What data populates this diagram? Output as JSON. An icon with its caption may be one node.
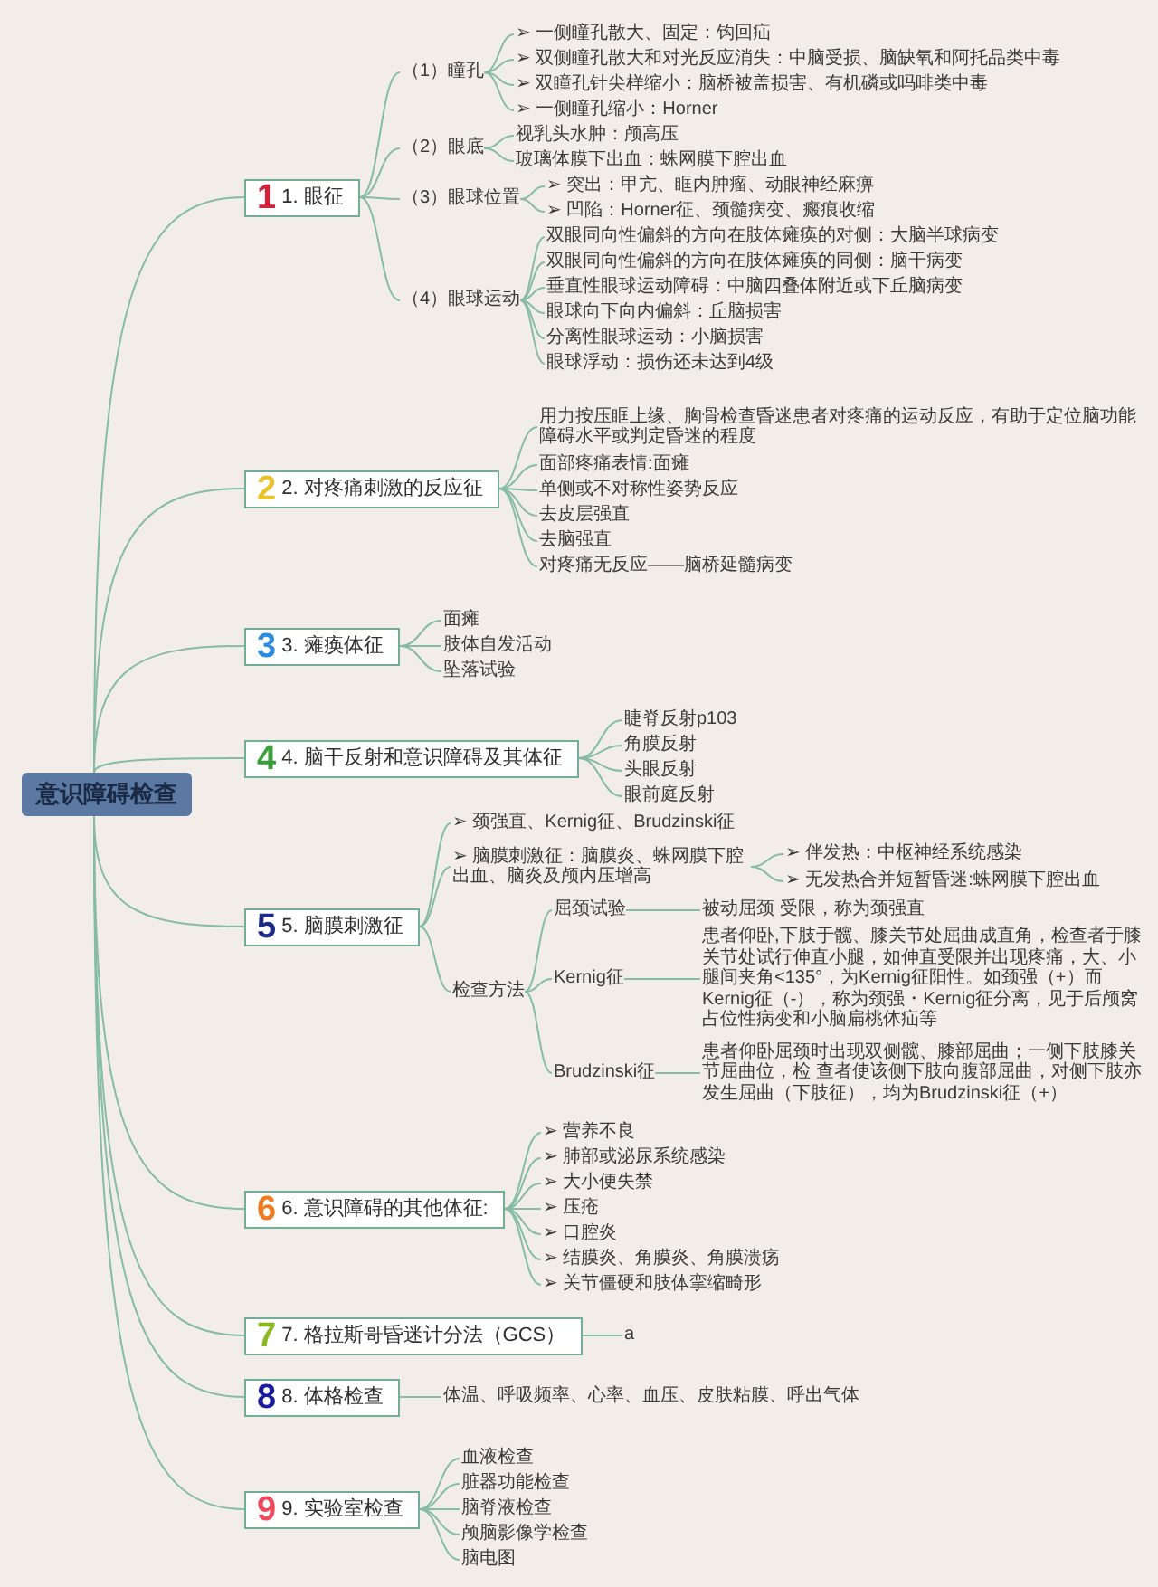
{
  "diagram": {
    "nodes": [
      {
        "text": [
          "意识障碍检查"
        ]
      },
      {
        "text": [
          "1",
          "1. 眼征"
        ]
      },
      {
        "text": [
          "（1）瞳孔"
        ]
      },
      {
        "text": [
          "➢ 一侧瞳孔散大、固定：钩回疝"
        ]
      },
      {
        "text": [
          "➢ 双侧瞳孔散大和对光反应消失：中脑受损、脑缺氧和阿托品类中毒"
        ]
      },
      {
        "text": [
          "➢ 双瞳孔针尖样缩小：脑桥被盖损害、有机磷或吗啡类中毒"
        ]
      },
      {
        "text": [
          "➢ 一侧瞳孔缩小：Horner"
        ]
      },
      {
        "text": [
          "（2）眼底"
        ]
      },
      {
        "text": [
          "视乳头水肿：颅高压"
        ]
      },
      {
        "text": [
          "玻璃体膜下出血：蛛网膜下腔出血"
        ]
      },
      {
        "text": [
          "（3）眼球位置"
        ]
      },
      {
        "text": [
          "➢ 突出：甲亢、眶内肿瘤、动眼神经麻痹"
        ]
      },
      {
        "text": [
          "➢ 凹陷：Horner征、颈髓病变、瘢痕收缩"
        ]
      },
      {
        "text": [
          "（4）眼球运动"
        ]
      },
      {
        "text": [
          "双眼同向性偏斜的方向在肢体瘫痪的对侧：大脑半球病变"
        ]
      },
      {
        "text": [
          "双眼同向性偏斜的方向在肢体瘫痪的同侧：脑干病变"
        ]
      },
      {
        "text": [
          "垂直性眼球运动障碍：中脑四叠体附近或下丘脑病变"
        ]
      },
      {
        "text": [
          "眼球向下向内偏斜：丘脑损害"
        ]
      },
      {
        "text": [
          "分离性眼球运动：小脑损害"
        ]
      },
      {
        "text": [
          "眼球浮动：损伤还未达到4级"
        ]
      },
      {
        "text": [
          "2",
          "2. 对疼痛刺激的反应征"
        ]
      },
      {
        "text": [
          "用力按压眶上缘、胸骨检查昏迷患者对疼痛的运动反应，有助于定位脑功能障碍水平或判定昏迷的程度"
        ]
      },
      {
        "text": [
          "面部疼痛表情:面瘫"
        ]
      },
      {
        "text": [
          "单侧或不对称性姿势反应"
        ]
      },
      {
        "text": [
          "去皮层强直"
        ]
      },
      {
        "text": [
          "去脑强直"
        ]
      },
      {
        "text": [
          "对疼痛无反应——脑桥延髓病变"
        ]
      },
      {
        "text": [
          "3",
          "3. 瘫痪体征"
        ]
      },
      {
        "text": [
          "面瘫"
        ]
      },
      {
        "text": [
          "肢体自发活动"
        ]
      },
      {
        "text": [
          "坠落试验"
        ]
      },
      {
        "text": [
          "4",
          "4. 脑干反射和意识障碍及其体征"
        ]
      },
      {
        "text": [
          "睫脊反射p103"
        ]
      },
      {
        "text": [
          "角膜反射"
        ]
      },
      {
        "text": [
          "头眼反射"
        ]
      },
      {
        "text": [
          "眼前庭反射"
        ]
      },
      {
        "text": [
          "5",
          "5. 脑膜刺激征"
        ]
      },
      {
        "text": [
          "➢ 颈强直、Kernig征、Brudzinski征"
        ]
      },
      {
        "text": [
          "➢ 脑膜刺激征：脑膜炎、蛛网膜下腔出血、脑炎及颅内压增高"
        ]
      },
      {
        "text": [
          "➢ 伴发热：中枢神经系统感染"
        ]
      },
      {
        "text": [
          "➢ 无发热合并短暂昏迷:蛛网膜下腔出血"
        ]
      },
      {
        "text": [
          "检查方法"
        ]
      },
      {
        "text": [
          "屈颈试验"
        ]
      },
      {
        "text": [
          "被动屈颈 受限，称为颈强直"
        ]
      },
      {
        "text": [
          "Kernig征"
        ]
      },
      {
        "text": [
          "患者仰卧,下肢于髋、膝关节处屈曲成直角，检查者于膝关节处试行伸直小腿，如伸直受限并出现疼痛，大、小腿间夹角<135°，为Kernig征阳性。如颈强（+）而Kernig征（-），称为颈强・Kernig征分离，见于后颅窝占位性病变和小脑扁桃体疝等"
        ]
      },
      {
        "text": [
          "Brudzinski征"
        ]
      },
      {
        "text": [
          "患者仰卧屈颈时出现双侧髋、膝部屈曲；一侧下肢膝关节屈曲位，检 查者使该侧下肢向腹部屈曲，对侧下肢亦发生屈曲（下肢征），均为Brudzinski征（+）"
        ]
      },
      {
        "text": [
          "6",
          "6. 意识障碍的其他体征:"
        ]
      },
      {
        "text": [
          "➢ 营养不良"
        ]
      },
      {
        "text": [
          "➢ 肺部或泌尿系统感染"
        ]
      },
      {
        "text": [
          "➢ 大小便失禁"
        ]
      },
      {
        "text": [
          "➢ 压疮"
        ]
      },
      {
        "text": [
          "➢ 口腔炎"
        ]
      },
      {
        "text": [
          "➢ 结膜炎、角膜炎、角膜溃疡"
        ]
      },
      {
        "text": [
          "➢ 关节僵硬和肢体挛缩畸形"
        ]
      },
      {
        "text": [
          "7",
          "7. 格拉斯哥昏迷计分法（GCS）"
        ]
      },
      {
        "text": [
          "a"
        ]
      },
      {
        "text": [
          "8",
          "8. 体格检查"
        ]
      },
      {
        "text": [
          "体温、呼吸频率、心率、血压、皮肤粘膜、呼出气体"
        ]
      },
      {
        "text": [
          "9",
          "9. 实验室检查"
        ]
      },
      {
        "text": [
          "血液检查"
        ]
      },
      {
        "text": [
          "脏器功能检查"
        ]
      },
      {
        "text": [
          "脑脊液检查"
        ]
      },
      {
        "text": [
          "颅脑影像学检查"
        ]
      },
      {
        "text": [
          "脑电图"
        ]
      }
    ],
    "edges": [
      {
        "from": 0,
        "to": 1,
        "arrow": "none"
      },
      {
        "from": 0,
        "to": 20,
        "arrow": "none"
      },
      {
        "from": 0,
        "to": 27,
        "arrow": "none"
      },
      {
        "from": 0,
        "to": 31,
        "arrow": "none"
      },
      {
        "from": 0,
        "to": 36,
        "arrow": "none"
      },
      {
        "from": 0,
        "to": 48,
        "arrow": "none"
      },
      {
        "from": 0,
        "to": 56,
        "arrow": "none"
      },
      {
        "from": 0,
        "to": 58,
        "arrow": "none"
      },
      {
        "from": 0,
        "to": 60,
        "arrow": "none"
      },
      {
        "from": 1,
        "to": 2,
        "arrow": "none"
      },
      {
        "from": 1,
        "to": 7,
        "arrow": "none"
      },
      {
        "from": 1,
        "to": 10,
        "arrow": "none"
      },
      {
        "from": 1,
        "to": 13,
        "arrow": "none"
      },
      {
        "from": 2,
        "to": 3,
        "arrow": "none"
      },
      {
        "from": 2,
        "to": 4,
        "arrow": "none"
      },
      {
        "from": 2,
        "to": 5,
        "arrow": "none"
      },
      {
        "from": 2,
        "to": 6,
        "arrow": "none"
      },
      {
        "from": 7,
        "to": 8,
        "arrow": "none"
      },
      {
        "from": 7,
        "to": 9,
        "arrow": "none"
      },
      {
        "from": 10,
        "to": 11,
        "arrow": "none"
      },
      {
        "from": 10,
        "to": 12,
        "arrow": "none"
      },
      {
        "from": 13,
        "to": 14,
        "arrow": "none"
      },
      {
        "from": 13,
        "to": 15,
        "arrow": "none"
      },
      {
        "from": 13,
        "to": 16,
        "arrow": "none"
      },
      {
        "from": 13,
        "to": 17,
        "arrow": "none"
      },
      {
        "from": 13,
        "to": 18,
        "arrow": "none"
      },
      {
        "from": 13,
        "to": 19,
        "arrow": "none"
      },
      {
        "from": 20,
        "to": 21,
        "arrow": "none"
      },
      {
        "from": 20,
        "to": 22,
        "arrow": "none"
      },
      {
        "from": 20,
        "to": 23,
        "arrow": "none"
      },
      {
        "from": 20,
        "to": 24,
        "arrow": "none"
      },
      {
        "from": 20,
        "to": 25,
        "arrow": "none"
      },
      {
        "from": 20,
        "to": 26,
        "arrow": "none"
      },
      {
        "from": 27,
        "to": 28,
        "arrow": "none"
      },
      {
        "from": 27,
        "to": 29,
        "arrow": "none"
      },
      {
        "from": 27,
        "to": 30,
        "arrow": "none"
      },
      {
        "from": 31,
        "to": 32,
        "arrow": "none"
      },
      {
        "from": 31,
        "to": 33,
        "arrow": "none"
      },
      {
        "from": 31,
        "to": 34,
        "arrow": "none"
      },
      {
        "from": 31,
        "to": 35,
        "arrow": "none"
      },
      {
        "from": 36,
        "to": 37,
        "arrow": "none"
      },
      {
        "from": 36,
        "to": 38,
        "arrow": "none"
      },
      {
        "from": 36,
        "to": 41,
        "arrow": "none"
      },
      {
        "from": 38,
        "to": 39,
        "arrow": "none"
      },
      {
        "from": 38,
        "to": 40,
        "arrow": "none"
      },
      {
        "from": 41,
        "to": 42,
        "arrow": "none"
      },
      {
        "from": 41,
        "to": 44,
        "arrow": "none"
      },
      {
        "from": 41,
        "to": 46,
        "arrow": "none"
      },
      {
        "from": 42,
        "to": 43,
        "arrow": "none"
      },
      {
        "from": 44,
        "to": 45,
        "arrow": "none"
      },
      {
        "from": 46,
        "to": 47,
        "arrow": "none"
      },
      {
        "from": 48,
        "to": 49,
        "arrow": "none"
      },
      {
        "from": 48,
        "to": 50,
        "arrow": "none"
      },
      {
        "from": 48,
        "to": 51,
        "arrow": "none"
      },
      {
        "from": 48,
        "to": 52,
        "arrow": "none"
      },
      {
        "from": 48,
        "to": 53,
        "arrow": "none"
      },
      {
        "from": 48,
        "to": 54,
        "arrow": "none"
      },
      {
        "from": 48,
        "to": 55,
        "arrow": "none"
      },
      {
        "from": 56,
        "to": 57,
        "arrow": "none"
      },
      {
        "from": 58,
        "to": 59,
        "arrow": "none"
      },
      {
        "from": 60,
        "to": 61,
        "arrow": "none"
      },
      {
        "from": 60,
        "to": 62,
        "arrow": "none"
      },
      {
        "from": 60,
        "to": 63,
        "arrow": "none"
      },
      {
        "from": 60,
        "to": 64,
        "arrow": "none"
      },
      {
        "from": 60,
        "to": 65,
        "arrow": "none"
      }
    ]
  }
}
